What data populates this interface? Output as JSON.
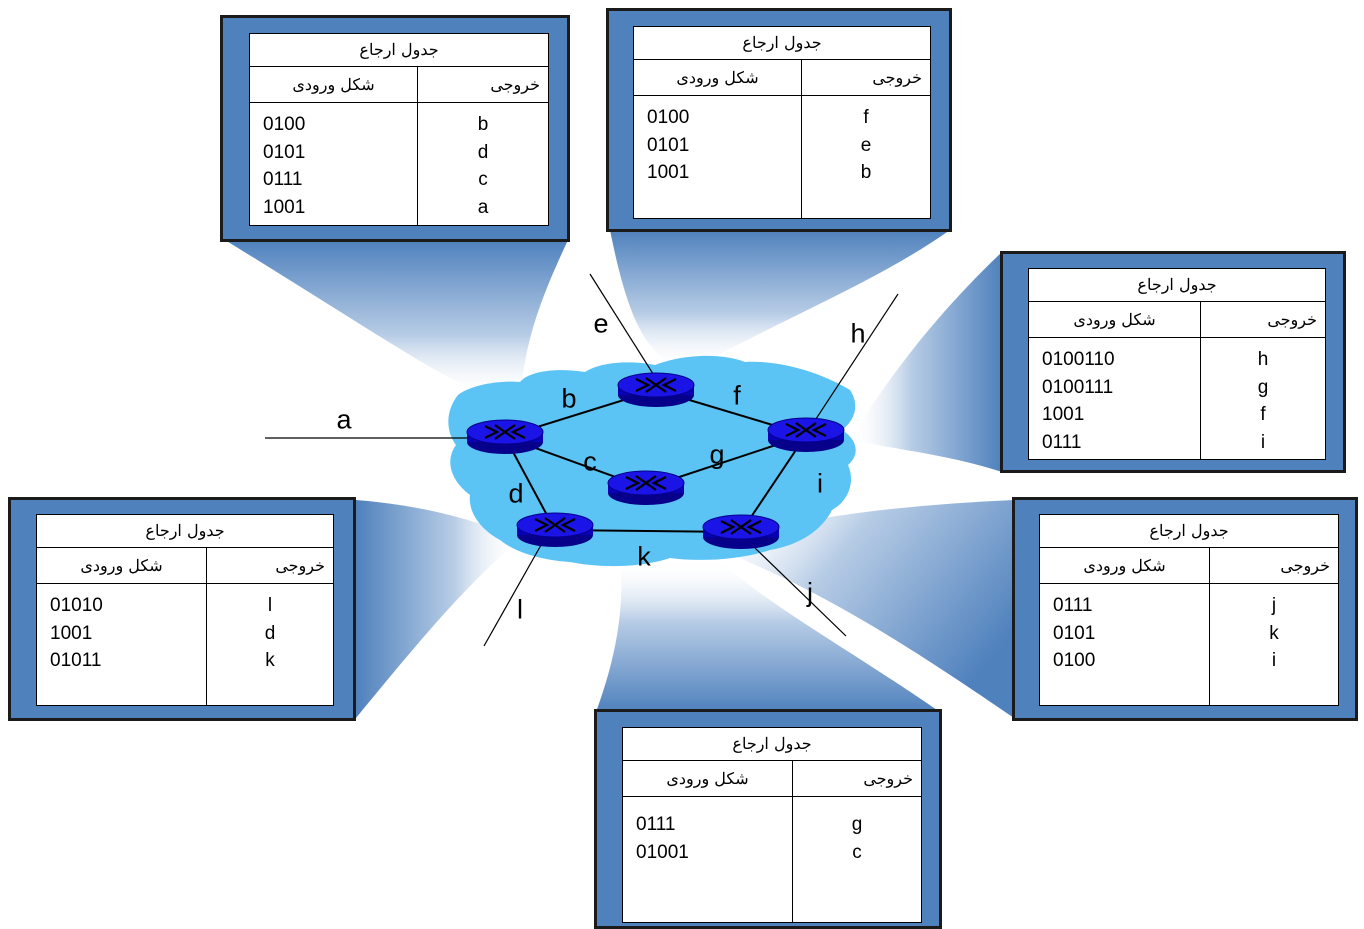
{
  "colors": {
    "cloud": "#5cc4f5",
    "router_fill": "#0a00b8",
    "router_top": "#1a14e6",
    "table_frame": "#4f81bd",
    "beam_dark": "#4f81bd"
  },
  "links": {
    "a": "a",
    "b": "b",
    "c": "c",
    "d": "d",
    "e": "e",
    "f": "f",
    "g": "g",
    "h": "h",
    "i": "i",
    "j": "j",
    "k": "k",
    "l": "l"
  },
  "tables": {
    "top_left": {
      "title": "جدول ارجاع",
      "pattern_header": "شکل ورودی",
      "output_header": "خروجی",
      "patterns": [
        "0100",
        "0101",
        "0111",
        "1001"
      ],
      "outputs": [
        "b",
        "d",
        "c",
        "a"
      ]
    },
    "top_center": {
      "title": "جدول ارجاع",
      "pattern_header": "شکل ورودی",
      "output_header": "خروجی",
      "patterns": [
        "0100",
        "0101",
        "1001"
      ],
      "outputs": [
        "f",
        "e",
        "b"
      ]
    },
    "right": {
      "title": "جدول ارجاع",
      "pattern_header": "شکل ورودی",
      "output_header": "خروجی",
      "patterns": [
        "0100110",
        "0100111",
        "1001",
        "0111"
      ],
      "outputs": [
        "h",
        "g",
        "f",
        "i"
      ]
    },
    "left": {
      "title": "جدول ارجاع",
      "pattern_header": "شکل ورودی",
      "output_header": "خروجی",
      "patterns": [
        "01010",
        "1001",
        "01011"
      ],
      "outputs": [
        "l",
        "d",
        "k"
      ]
    },
    "bottom_right": {
      "title": "جدول ارجاع",
      "pattern_header": "شکل ورودی",
      "output_header": "خروجی",
      "patterns": [
        "0111",
        "0101",
        "0100"
      ],
      "outputs": [
        "j",
        "k",
        "i"
      ]
    },
    "bottom_center": {
      "title": "جدول ارجاع",
      "pattern_header": "شکل ورودی",
      "output_header": "خروجی",
      "patterns": [
        "0111",
        "01001"
      ],
      "outputs": [
        "g",
        "c"
      ]
    }
  }
}
